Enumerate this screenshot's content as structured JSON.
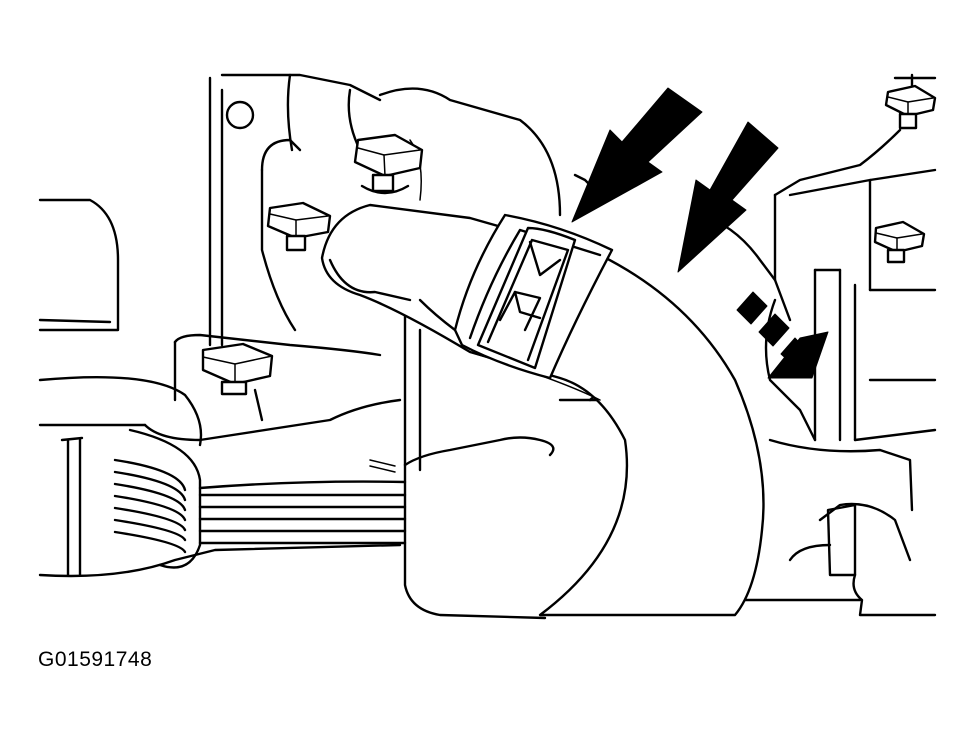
{
  "figure": {
    "id_label": "G01591748",
    "ink_color": "#000000",
    "paper_color": "#ffffff",
    "callout_arrows": [
      {
        "name": "clip-pointer",
        "style": "solid"
      },
      {
        "name": "hose-pointer",
        "style": "solid"
      },
      {
        "name": "direction-arrow",
        "style": "dashed"
      }
    ]
  }
}
